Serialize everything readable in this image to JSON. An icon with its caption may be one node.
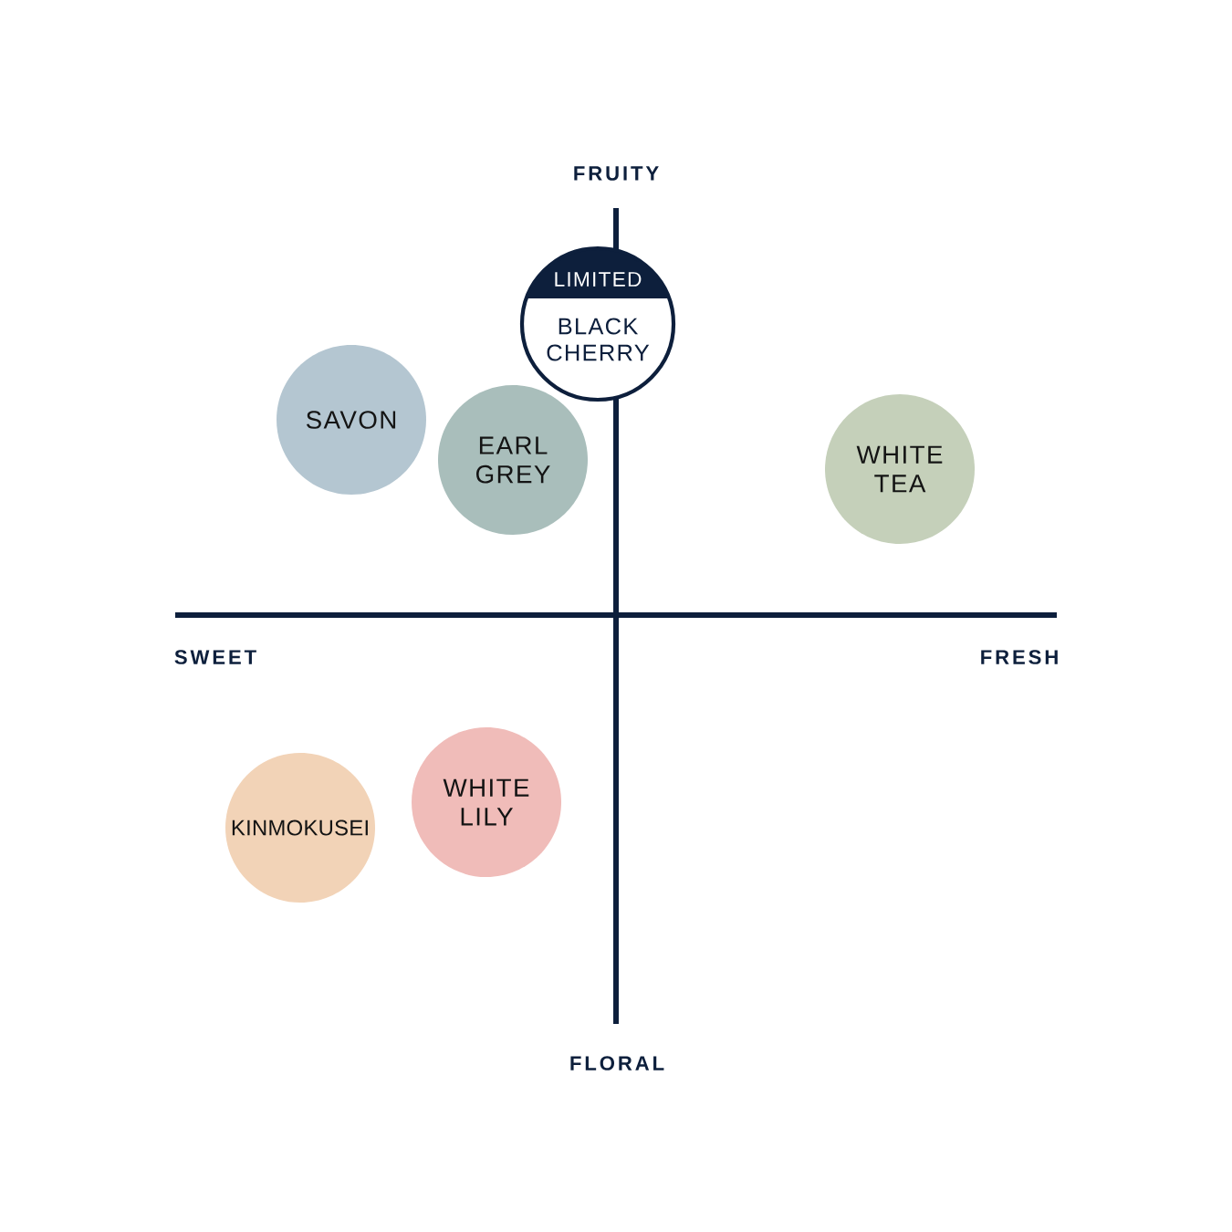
{
  "diagram": {
    "nodes": [
      {
        "text": [
          "LIMITED",
          "BLACK CHERRY"
        ]
      },
      {
        "text": [
          "SAVON"
        ]
      },
      {
        "text": [
          "EARL GREY"
        ]
      },
      {
        "text": [
          "WHITE TEA"
        ]
      },
      {
        "text": [
          "KINMOKUSEI"
        ]
      },
      {
        "text": [
          "WHITE LILY"
        ]
      }
    ],
    "labels": [
      "FRUITY",
      "SWEET",
      "FRESH",
      "FLORAL"
    ]
  }
}
